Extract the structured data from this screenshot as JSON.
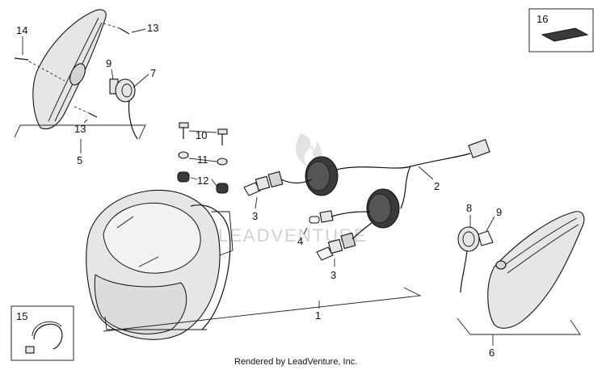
{
  "diagram": {
    "callouts": {
      "c1": "1",
      "c2": "2",
      "c3a": "3",
      "c3b": "3",
      "c4": "4",
      "c5": "5",
      "c6": "6",
      "c7": "7",
      "c8": "8",
      "c9a": "9",
      "c9b": "9",
      "c10": "10",
      "c11": "11",
      "c12": "12",
      "c13a": "13",
      "c13b": "13",
      "c14": "14",
      "c15": "15",
      "c16": "16"
    },
    "watermark": "LEADVENTURE",
    "credit": "Rendered by LeadVenture, Inc."
  }
}
